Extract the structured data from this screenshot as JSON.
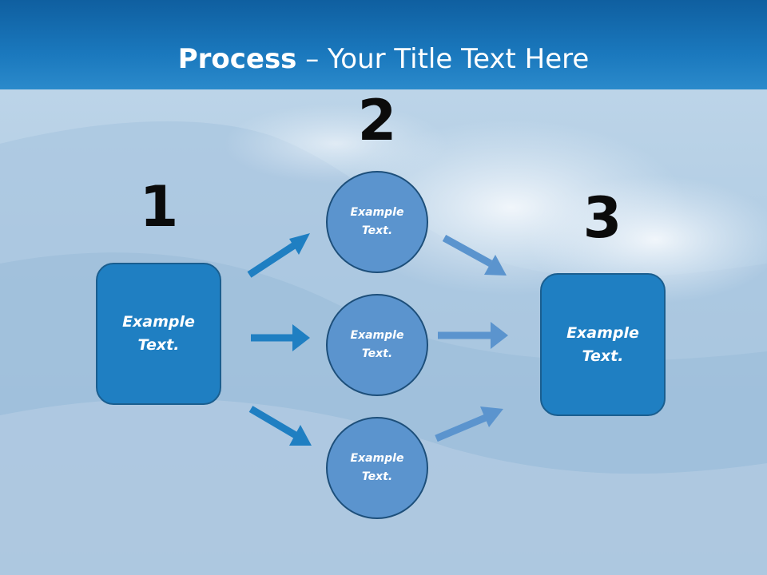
{
  "title": {
    "bold": "Process",
    "rest": " – Your Title Text Here"
  },
  "steps": {
    "one": "1",
    "two": "2",
    "three": "3"
  },
  "nodes": {
    "left_box": "Example Text.",
    "circle_top": "Example Text.",
    "circle_middle": "Example Text.",
    "circle_bottom": "Example Text.",
    "right_box": "Example Text."
  },
  "colors": {
    "title_band": "#1a78bd",
    "box_fill": "#1f7fc2",
    "circle_fill": "#5b94ce",
    "arrow_dark": "#1f7fc2",
    "arrow_light": "#5b94ce"
  },
  "background": "ocean-wave-photo"
}
